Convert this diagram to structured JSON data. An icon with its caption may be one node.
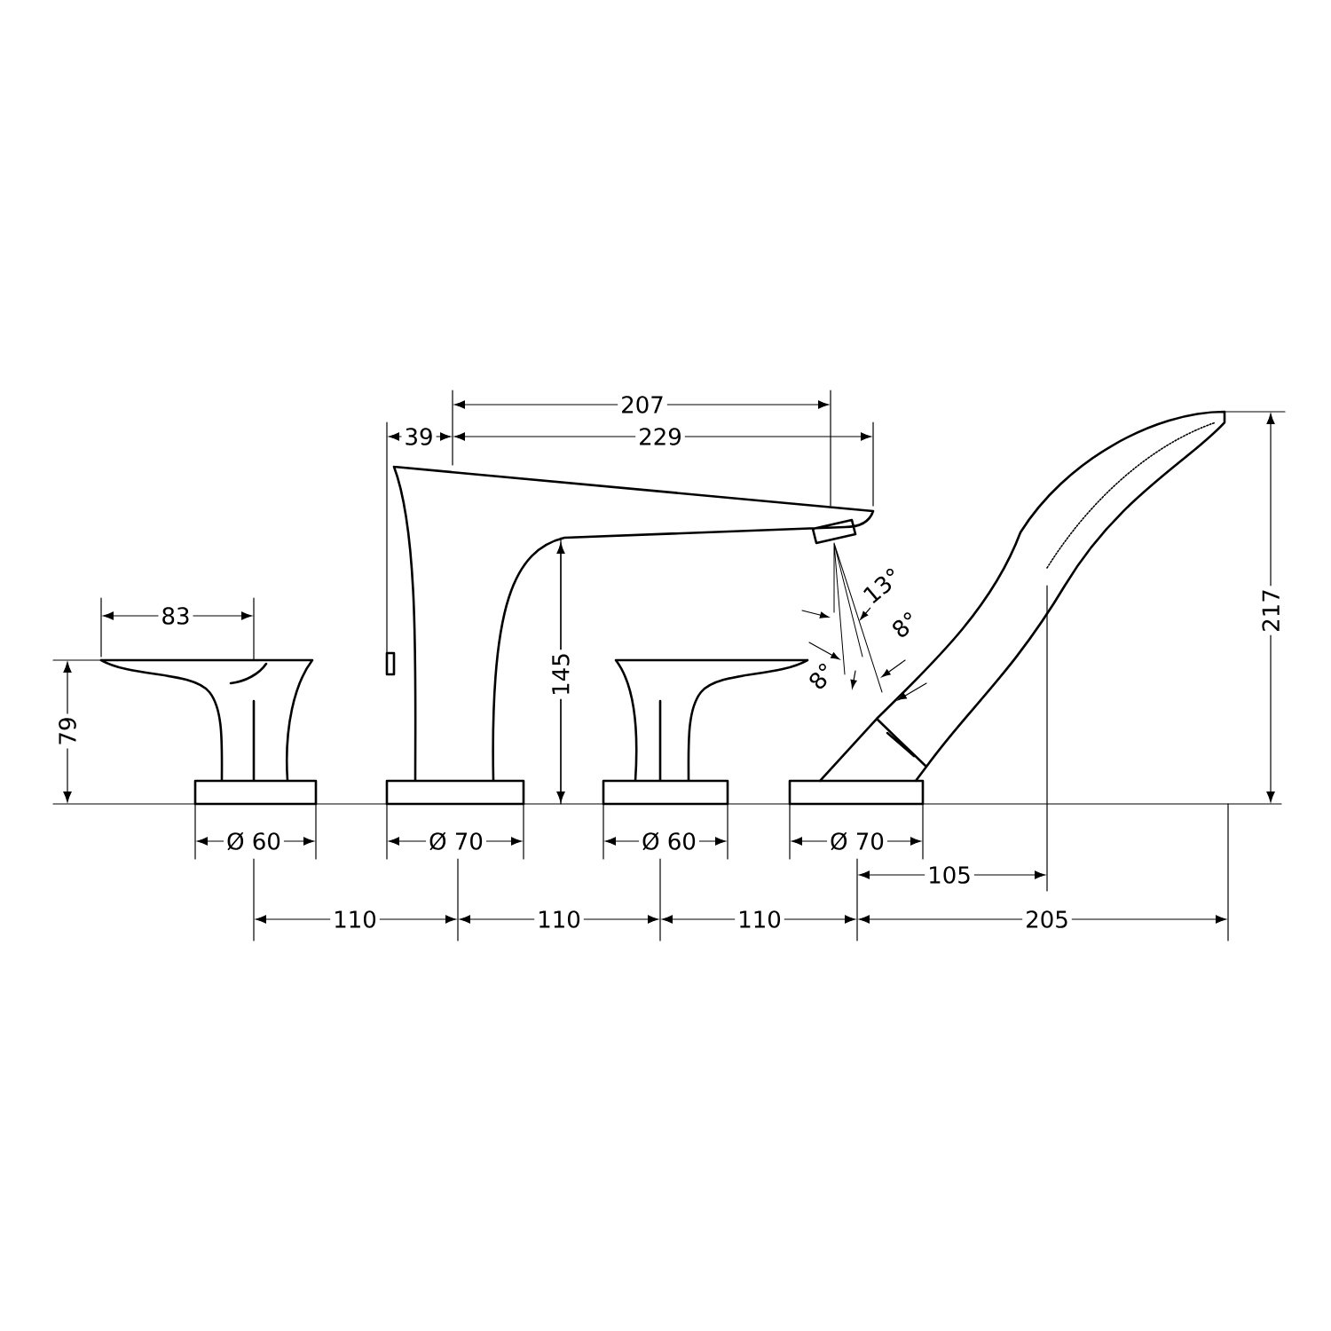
{
  "diagram": {
    "labels": [
      "207",
      "39",
      "229",
      "83",
      "13°",
      "8°",
      "79",
      "145",
      "8°",
      "217",
      "Ø 60",
      "Ø 70",
      "Ø 60",
      "Ø 70",
      "105",
      "110",
      "110",
      "110",
      "205"
    ]
  }
}
